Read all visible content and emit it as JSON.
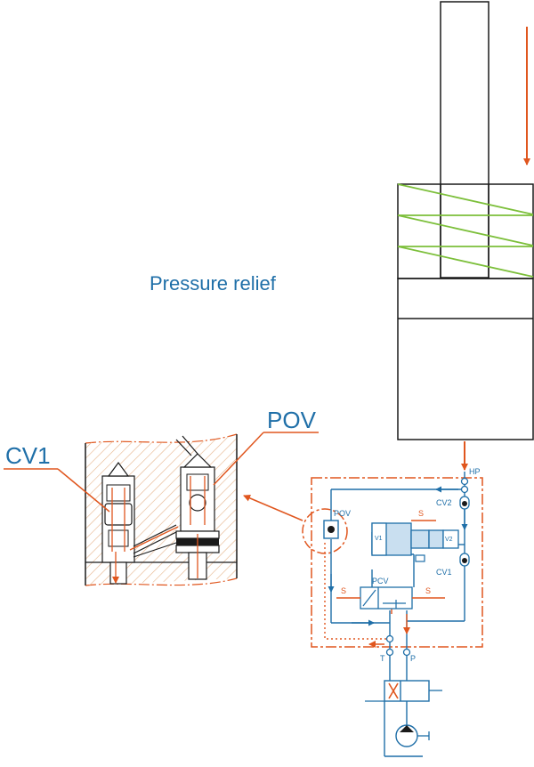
{
  "title": "Pressure relief",
  "callouts": {
    "cv1": "CV1",
    "pov": "POV"
  },
  "schematic_labels": {
    "hp": "HP",
    "pov": "POV",
    "s_top": "S",
    "cv2": "CV2",
    "v1": "V1",
    "v2": "V2",
    "cv1": "CV1",
    "pcv": "PCV",
    "s_left": "S",
    "s_right": "S",
    "t": "T",
    "p": "P"
  },
  "colors": {
    "accent": "#e0561e",
    "line": "#1a1a1a",
    "blue": "#1f6fa8",
    "green": "#7cbf3a",
    "valve_fill": "#c9dff0",
    "hatch": "#e6b48a"
  }
}
